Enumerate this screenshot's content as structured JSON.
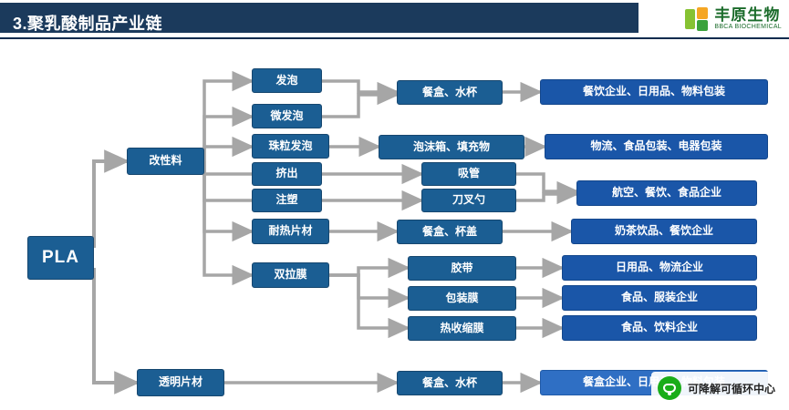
{
  "header": {
    "title": "3.聚乳酸制品产业链",
    "logo": {
      "cn": "丰原生物",
      "en": "BBCA BIOCHEMICAL",
      "mark": "bbca-logo-icon"
    }
  },
  "watermark": {
    "icon": "wechat-account-icon",
    "text": "可降解可循环中心"
  },
  "diagram": {
    "type": "flow-chart",
    "root": {
      "id": "pla",
      "label": "PLA"
    },
    "stage1": [
      {
        "id": "modified",
        "label": "改性料"
      },
      {
        "id": "transparent-sheet",
        "label": "透明片材"
      }
    ],
    "stage2": [
      {
        "id": "foam",
        "label": "发泡"
      },
      {
        "id": "micro-foam",
        "label": "微发泡"
      },
      {
        "id": "bead-foam",
        "label": "珠粒发泡"
      },
      {
        "id": "extrusion",
        "label": "挤出"
      },
      {
        "id": "injection",
        "label": "注塑"
      },
      {
        "id": "heat-resistant-sheet",
        "label": "耐热片材"
      },
      {
        "id": "biax-film",
        "label": "双拉膜"
      }
    ],
    "stage3": [
      {
        "id": "lunchbox-cup-1",
        "label": "餐盒、水杯"
      },
      {
        "id": "foam-box-filler",
        "label": "泡沫箱、填充物"
      },
      {
        "id": "straw",
        "label": "吸管"
      },
      {
        "id": "knife-fork-spoon",
        "label": "刀叉勺"
      },
      {
        "id": "lunchbox-lid",
        "label": "餐盒、杯盖"
      },
      {
        "id": "tape",
        "label": "胶带"
      },
      {
        "id": "packaging-film",
        "label": "包装膜"
      },
      {
        "id": "shrink-film",
        "label": "热收缩膜"
      },
      {
        "id": "lunchbox-cup-2",
        "label": "餐盒、水杯"
      }
    ],
    "stage4": [
      {
        "id": "app-catering",
        "label": "餐饮企业、日用品、物料包装"
      },
      {
        "id": "app-logistics",
        "label": "物流、食品包装、电器包装"
      },
      {
        "id": "app-aviation",
        "label": "航空、餐饮、食品企业"
      },
      {
        "id": "app-milktea",
        "label": "奶茶饮品、餐饮企业"
      },
      {
        "id": "app-daily-logistics",
        "label": "日用品、物流企业"
      },
      {
        "id": "app-food-apparel",
        "label": "食品、服装企业"
      },
      {
        "id": "app-food-beverage",
        "label": "食品、饮料企业"
      },
      {
        "id": "app-catering-2",
        "label": "餐盒企业、日用品、物料包装"
      }
    ]
  },
  "colors": {
    "header_bar": "#1b3a5c",
    "node_dark_blue": "#1b5e93",
    "node_blue": "#1a56a8",
    "connector_gray": "#a6a6a6",
    "logo_green": "#1a6b2a"
  }
}
